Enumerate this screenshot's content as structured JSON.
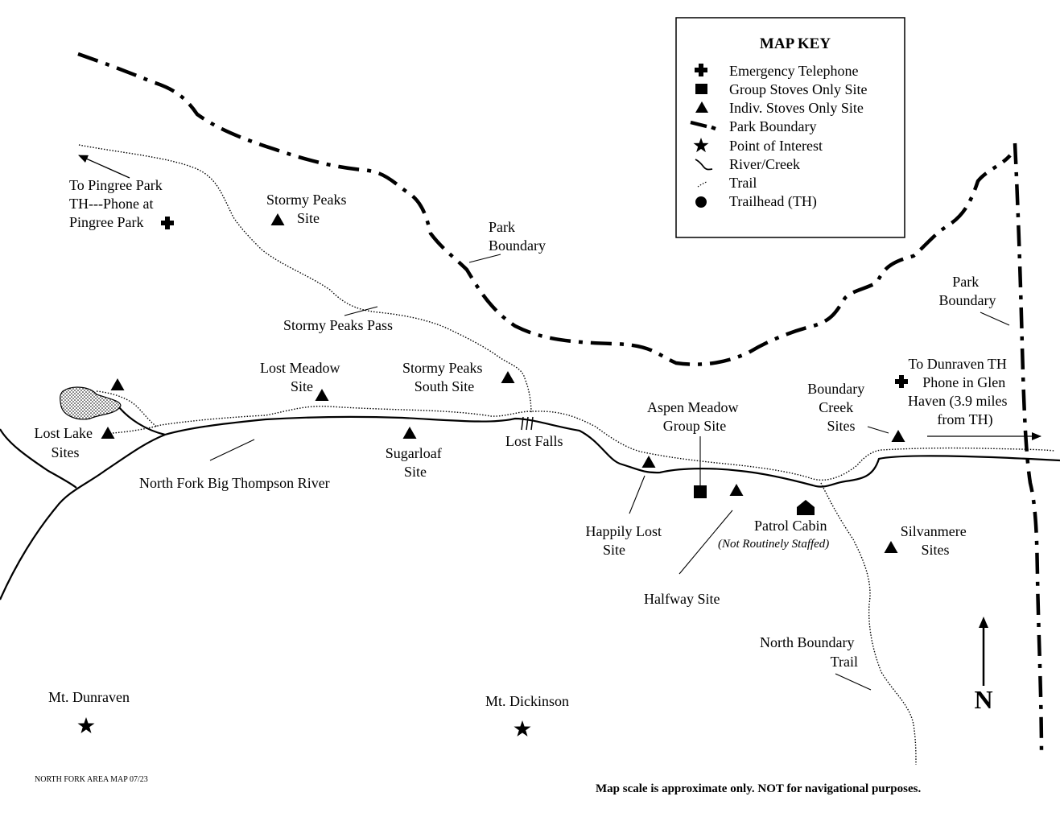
{
  "map": {
    "footer_id": "NORTH FORK AREA MAP 07/23",
    "disclaimer": "Map scale is approximate only.  NOT for navigational purposes.",
    "north_label": "N"
  },
  "key": {
    "title": "MAP KEY",
    "items": [
      {
        "icon": "cross-icon",
        "label": "Emergency Telephone"
      },
      {
        "icon": "square-icon",
        "label": "Group Stoves Only Site"
      },
      {
        "icon": "triangle-icon",
        "label": "Indiv. Stoves Only Site"
      },
      {
        "icon": "boundary-line-icon",
        "label": "Park Boundary"
      },
      {
        "icon": "star-icon",
        "label": "Point of Interest"
      },
      {
        "icon": "river-line-icon",
        "label": "River/Creek"
      },
      {
        "icon": "trail-line-icon",
        "label": "Trail"
      },
      {
        "icon": "circle-icon",
        "label": "Trailhead (TH)"
      }
    ]
  },
  "labels": {
    "pingree": [
      "To Pingree Park",
      "TH---Phone at",
      "Pingree Park"
    ],
    "stormy_peaks_site": [
      "Stormy Peaks",
      "Site"
    ],
    "park_boundary_west": [
      "Park",
      "Boundary"
    ],
    "park_boundary_east": [
      "Park",
      "Boundary"
    ],
    "stormy_peaks_pass": "Stormy Peaks Pass",
    "lost_meadow": [
      "Lost Meadow",
      "Site"
    ],
    "stormy_peaks_south": [
      "Stormy Peaks",
      "South Site"
    ],
    "lost_lake": [
      "Lost Lake",
      "Sites"
    ],
    "sugarloaf": [
      "Sugarloaf",
      "Site"
    ],
    "lost_falls": "Lost Falls",
    "river": "North Fork Big Thompson River",
    "aspen_meadow": [
      "Aspen Meadow",
      "Group Site"
    ],
    "boundary_creek": [
      "Boundary",
      "Creek",
      "Sites"
    ],
    "dunraven_th": [
      "To Dunraven TH",
      "Phone in Glen",
      "Haven (3.9 miles",
      "from TH)"
    ],
    "happily_lost": [
      "Happily Lost",
      "Site"
    ],
    "patrol_cabin": "Patrol Cabin",
    "patrol_cabin_note": "(Not Routinely Staffed)",
    "silvanmere": [
      "Silvanmere",
      "Sites"
    ],
    "halfway": "Halfway Site",
    "north_boundary_trail": [
      "North Boundary",
      "Trail"
    ],
    "mt_dunraven": "Mt. Dunraven",
    "mt_dickinson": "Mt. Dickinson"
  }
}
